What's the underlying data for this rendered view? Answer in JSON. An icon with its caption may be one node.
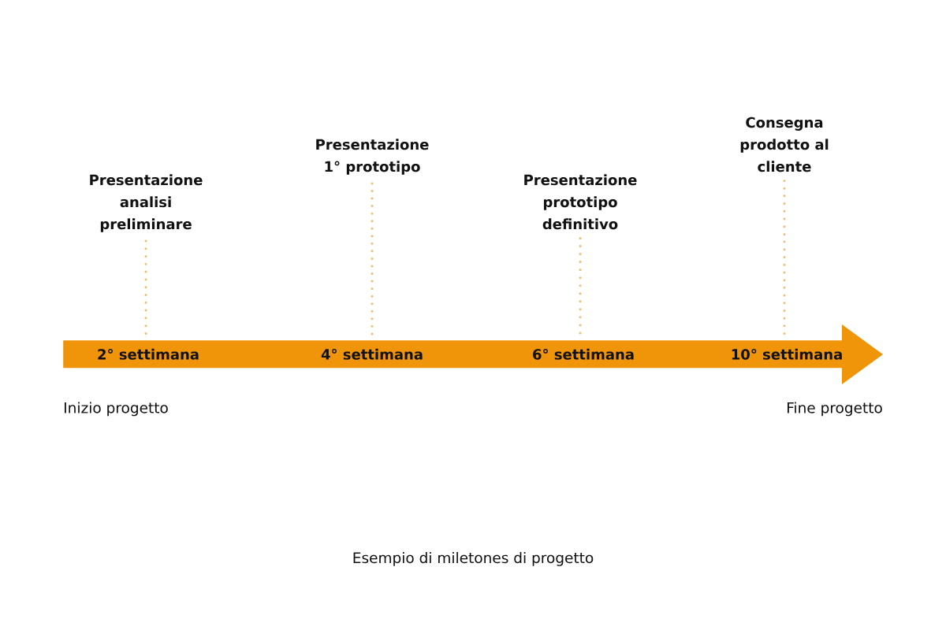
{
  "diagram": {
    "caption": "Esempio di miletones di progetto",
    "nodes": [
      {
        "text": [
          "Presentazione analisi preliminare"
        ]
      },
      {
        "text": [
          "Presentazione 1° prototipo"
        ]
      },
      {
        "text": [
          "Presentazione prototipo definitivo"
        ]
      },
      {
        "text": [
          "Consegna prodotto al cliente"
        ]
      },
      {
        "text": [
          "2° settimana",
          "4° settimana",
          "6° settimana",
          "10° settimana"
        ],
        "beside": [
          "Inizio progetto",
          "Fine progetto"
        ]
      }
    ],
    "edges": [
      {
        "from": 0,
        "to": 4,
        "arrow": "none",
        "style": "dashed"
      },
      {
        "from": 1,
        "to": 4,
        "arrow": "none",
        "style": "dashed"
      },
      {
        "from": 2,
        "to": 4,
        "arrow": "none",
        "style": "dashed"
      },
      {
        "from": 3,
        "to": 4,
        "arrow": "none",
        "style": "dashed"
      }
    ]
  }
}
